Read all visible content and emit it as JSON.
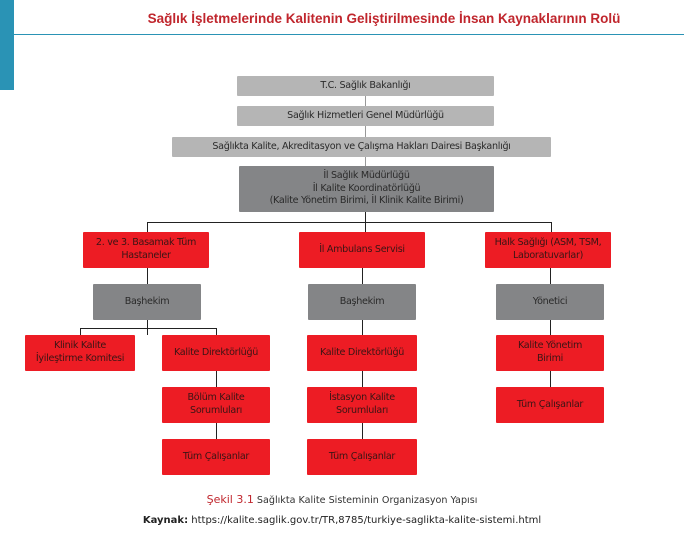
{
  "header": {
    "title": "Sağlık İşletmelerinde Kalitenin Geliştirilmesinde İnsan Kaynaklarının Rolü"
  },
  "org": {
    "ministry": "T.C. Sağlık Bakanlığı",
    "directorate": "Sağlık Hizmetleri Genel Müdürlüğü",
    "department": "Sağlıkta Kalite, Akreditasyon ve Çalışma Hakları Dairesi Başkanlığı",
    "province": [
      "İl Sağlık Müdürlüğü",
      "İl Kalite Koordinatörlüğü",
      "(Kalite Yönetim Birimi, İl Klinik Kalite Birimi)"
    ],
    "branches": [
      {
        "name": [
          "2. ve 3. Basamak Tüm",
          "Hastaneler"
        ],
        "head": "Başhekim",
        "committee": [
          "Klinik Kalite",
          "İyileştirme Komitesi"
        ],
        "quality": "Kalite Direktörlüğü",
        "responsible": [
          "Bölüm Kalite",
          "Sorumluları"
        ],
        "staff": "Tüm Çalışanlar"
      },
      {
        "name": "İl Ambulans Servisi",
        "head": "Başhekim",
        "quality": "Kalite Direktörlüğü",
        "responsible": [
          "İstasyon Kalite",
          "Sorumluları"
        ],
        "staff": "Tüm Çalışanlar"
      },
      {
        "name": [
          "Halk Sağlığı (ASM, TSM,",
          "Laboratuvarlar)"
        ],
        "head": "Yönetici",
        "quality": [
          "Kalite Yönetim",
          "Birimi"
        ],
        "staff": "Tüm Çalışanlar"
      }
    ]
  },
  "caption": {
    "number": "Şekil 3.1",
    "text": "Sağlıkta Kalite Sisteminin Organizasyon Yapısı"
  },
  "source": {
    "label": "Kaynak:",
    "url": "https://kalite.saglik.gov.tr/TR,8785/turkiye-saglikta-kalite-sistemi.html"
  }
}
